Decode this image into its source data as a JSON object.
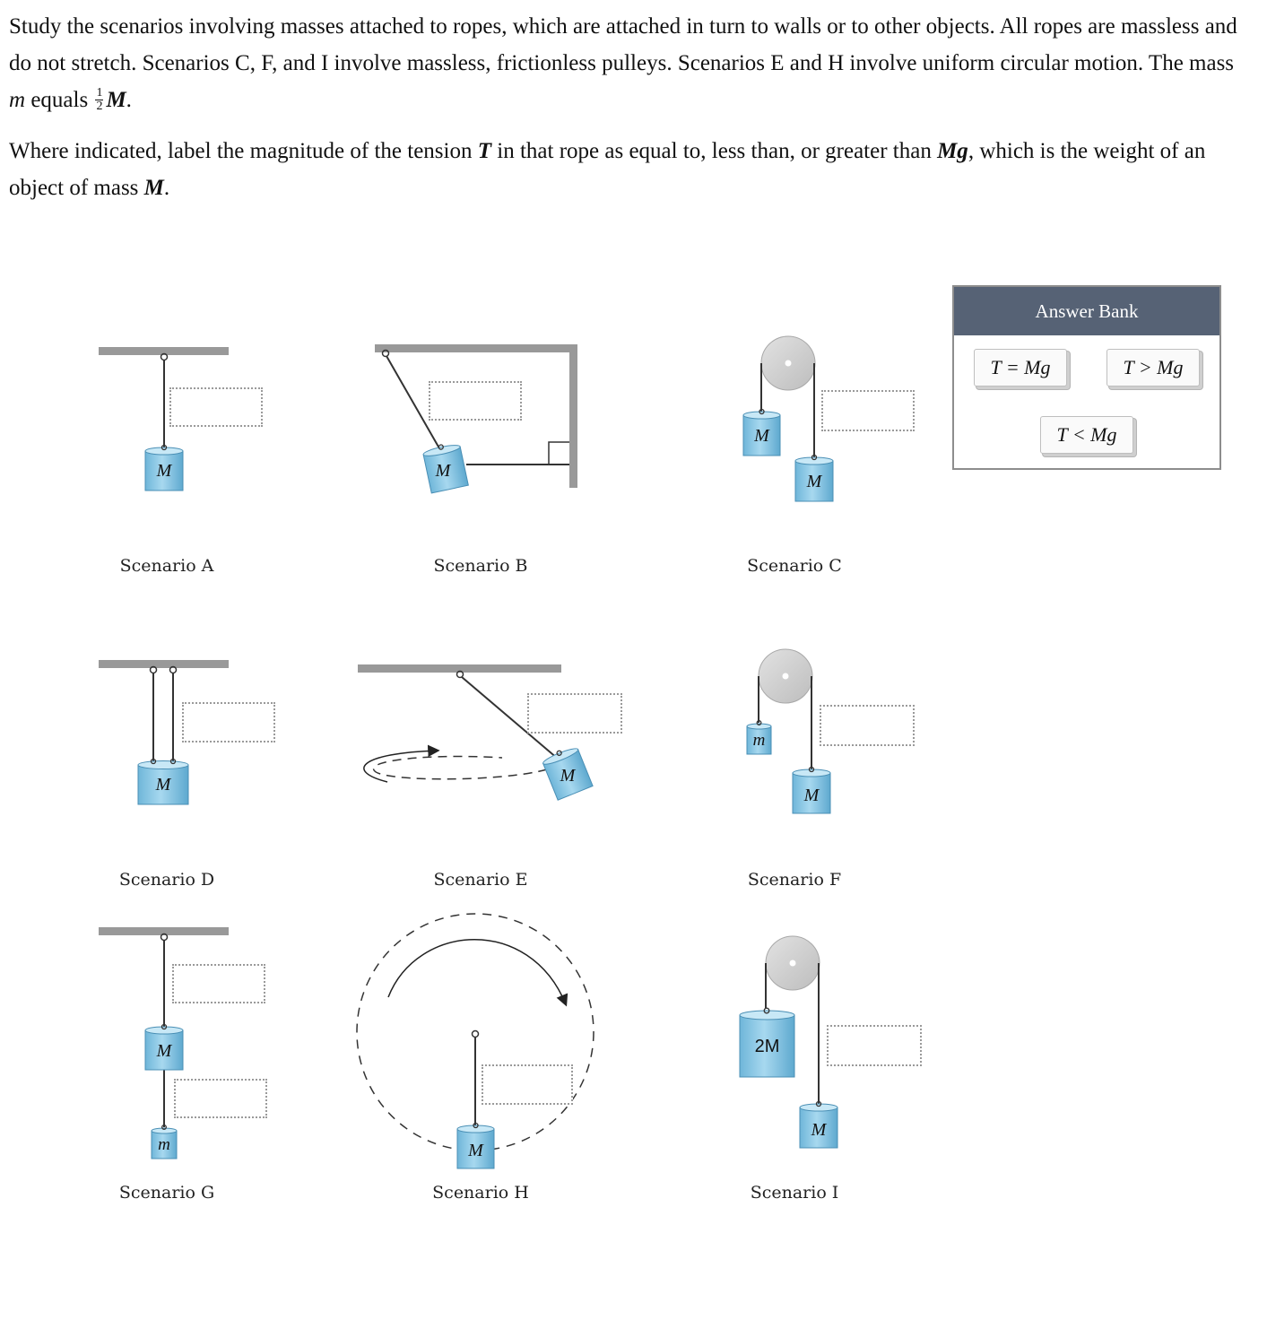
{
  "instructions": {
    "p1_part1": "Study the scenarios involving masses attached to ropes, which are attached in turn to walls or to other objects. All ropes are massless and do not stretch. Scenarios C, F, and I involve massless, frictionless pulleys. Scenarios E and H involve uniform circular motion. The mass ",
    "p1_var_m": "m",
    "p1_part2": " equals ",
    "p1_frac_num": "1",
    "p1_frac_den": "2",
    "p1_var_M": "M",
    "p1_end": ".",
    "p2_part1": "Where indicated, label the magnitude of the tension ",
    "p2_var_T": "T",
    "p2_part2": " in that rope as equal to, less than, or greater than ",
    "p2_var_Mg": "Mg",
    "p2_part3": ", which is the weight of an object of mass ",
    "p2_var_M": "M",
    "p2_end": "."
  },
  "scenarios": {
    "a": "Scenario A",
    "b": "Scenario B",
    "c": "Scenario C",
    "d": "Scenario D",
    "e": "Scenario E",
    "f": "Scenario F",
    "g": "Scenario G",
    "h": "Scenario H",
    "i": "Scenario I"
  },
  "mass_labels": {
    "big": "M",
    "small": "m",
    "double": "2M"
  },
  "answer_bank": {
    "title": "Answer Bank",
    "options": [
      "T = Mg",
      "T > Mg",
      "T < Mg"
    ]
  },
  "colors": {
    "mass_fill": "#8ecae6",
    "mass_top": "#b9dff1",
    "ceiling": "#999999",
    "pulley": "#cccccc",
    "bank_header": "#566275"
  }
}
